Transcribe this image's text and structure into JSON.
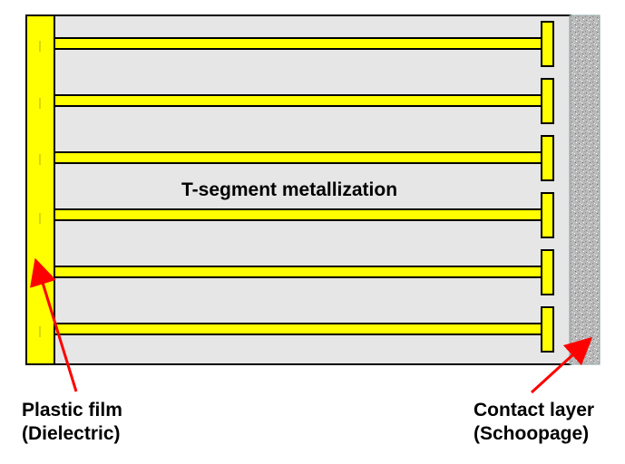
{
  "diagram": {
    "center_label": "T-segment metallization",
    "plastic_film": {
      "line1": "Plastic film",
      "line2": "(Dielectric)"
    },
    "contact_layer": {
      "line1": "Contact layer",
      "line2": "(Schoopage)"
    },
    "colors": {
      "metallization": "#ffff00",
      "film_background": "#e6e6e6",
      "contact_layer": "#b9b9b9",
      "arrow": "#ff0000",
      "outline": "#000000"
    },
    "segment_count": 6
  }
}
